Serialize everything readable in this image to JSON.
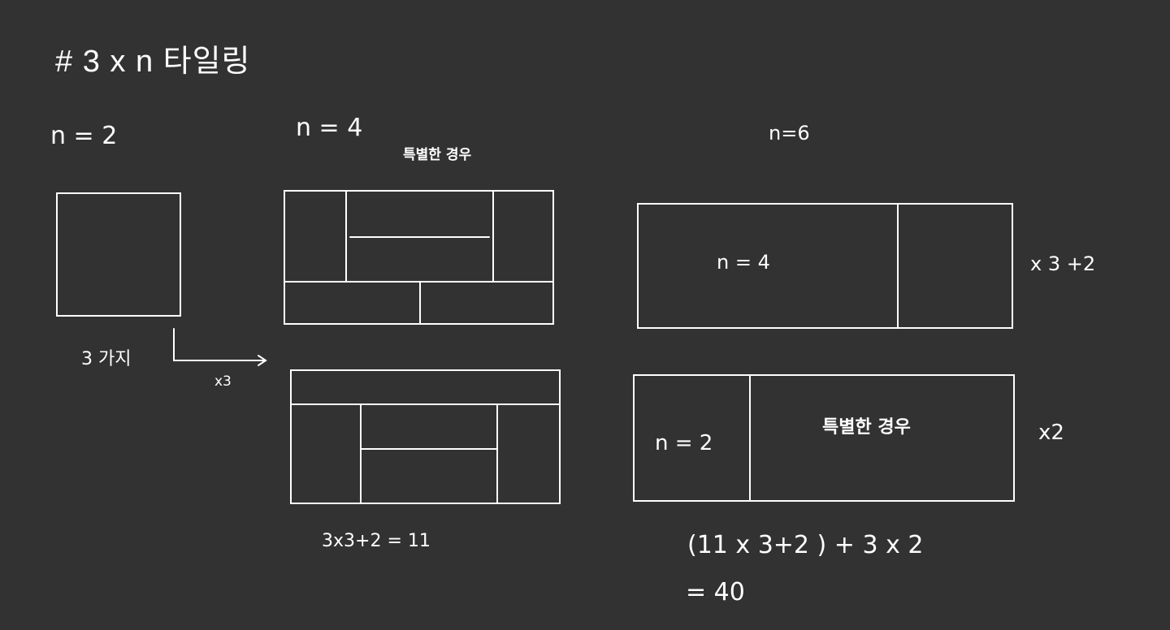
{
  "title": "# 3  x n 타일링",
  "case_n2": {
    "label": "n = 2",
    "count": "3 가지",
    "arrow": "x3"
  },
  "case_n4": {
    "label": "n = 4",
    "special": "특별한 경우",
    "formula": "3x3+2 = 11"
  },
  "case_n6": {
    "label": "n=6",
    "inner_n4": "n = 4",
    "mult_top": "x 3  +2",
    "inner_n2": "n = 2",
    "special": "특별한 경우",
    "mult_bottom": "x2",
    "formula_line1": "(11 x 3+2 )  +  3 x 2",
    "formula_line2": "=  40"
  },
  "colors": {
    "background": "#323232",
    "ink": "#ffffff"
  }
}
